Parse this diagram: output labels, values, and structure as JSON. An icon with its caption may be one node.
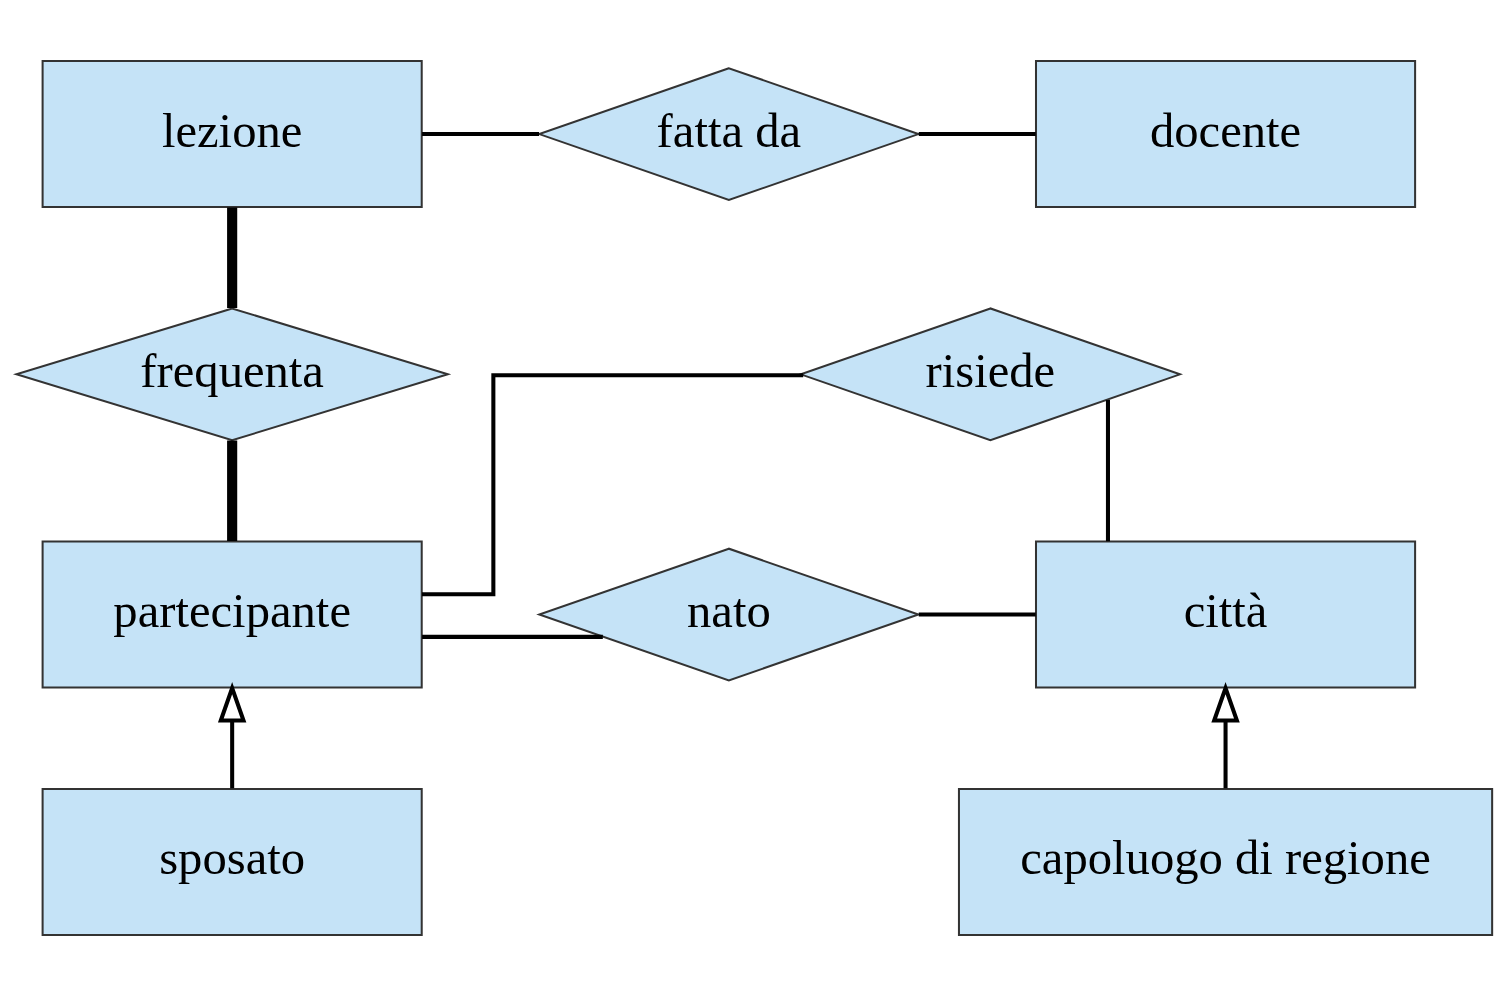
{
  "diagram": {
    "nodes": [
      {
        "text": [
          "lezione"
        ]
      },
      {
        "text": [
          "fatta da"
        ]
      },
      {
        "text": [
          "docente"
        ]
      },
      {
        "text": [
          "frequenta"
        ]
      },
      {
        "text": [
          "risiede"
        ]
      },
      {
        "text": [
          "partecipante"
        ]
      },
      {
        "text": [
          "nato"
        ]
      },
      {
        "text": [
          "città"
        ]
      },
      {
        "text": [
          "sposato"
        ]
      },
      {
        "text": [
          "capoluogo di regione"
        ]
      }
    ],
    "edges": [
      {
        "from": 0,
        "to": 1,
        "arrow": "none"
      },
      {
        "from": 1,
        "to": 2,
        "arrow": "none"
      },
      {
        "from": 0,
        "to": 3,
        "arrow": "none",
        "style": "thick"
      },
      {
        "from": 3,
        "to": 5,
        "arrow": "none",
        "style": "thick"
      },
      {
        "from": 5,
        "to": 4,
        "arrow": "none"
      },
      {
        "from": 4,
        "to": 7,
        "arrow": "none"
      },
      {
        "from": 5,
        "to": 6,
        "arrow": "none"
      },
      {
        "from": 6,
        "to": 7,
        "arrow": "none"
      },
      {
        "from": 8,
        "to": 5,
        "arrow": "to"
      },
      {
        "from": 9,
        "to": 7,
        "arrow": "to"
      }
    ]
  }
}
